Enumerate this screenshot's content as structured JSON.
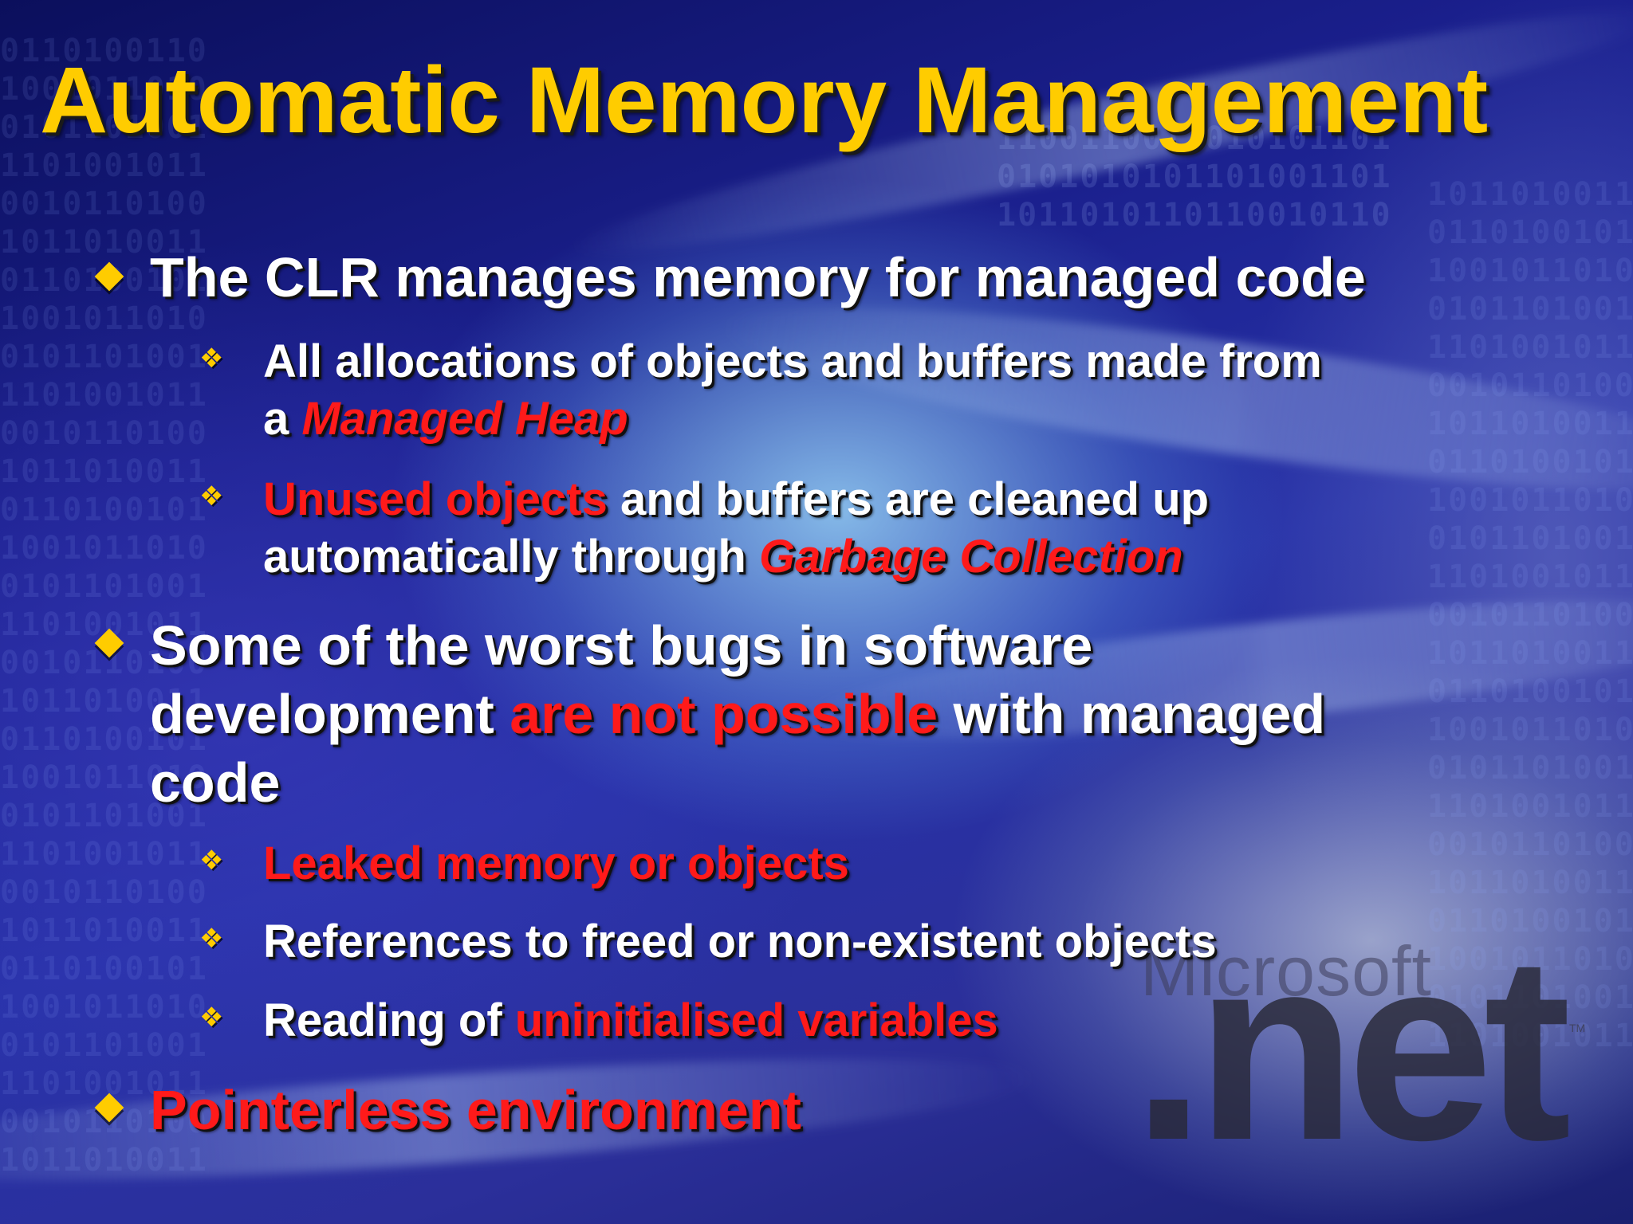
{
  "slide": {
    "title": "Automatic Memory Management",
    "bullets": [
      {
        "parts": [
          "The CLR manages memory for managed code"
        ],
        "children": [
          {
            "parts": [
              "All allocations of objects and buffers made from",
              "a ",
              "Managed Heap"
            ]
          },
          {
            "parts": [
              "Unused objects",
              " and buffers are cleaned up",
              "automatically through ",
              "Garbage Collection"
            ]
          }
        ]
      },
      {
        "parts": [
          "Some of the worst bugs in software",
          "development ",
          "are not possible",
          " with managed",
          "code"
        ],
        "children": [
          {
            "parts": [
              "Leaked memory or objects"
            ]
          },
          {
            "parts": [
              "References to freed or non-existent objects"
            ]
          },
          {
            "parts": [
              "Reading of ",
              "uninitialised variables"
            ]
          }
        ]
      },
      {
        "parts": [
          "Pointerless environment"
        ]
      }
    ],
    "logo": {
      "brand": "Microsoft",
      "product": ".net",
      "trademark": "TM"
    },
    "colors": {
      "title": "#ffcc00",
      "text": "#ffffff",
      "highlight": "#ff1a1a",
      "bullet": "#ffcc00"
    },
    "icons": {
      "level1_bullet": "diamond-bullet-icon",
      "level2_bullet": "four-diamond-bullet-icon"
    }
  }
}
